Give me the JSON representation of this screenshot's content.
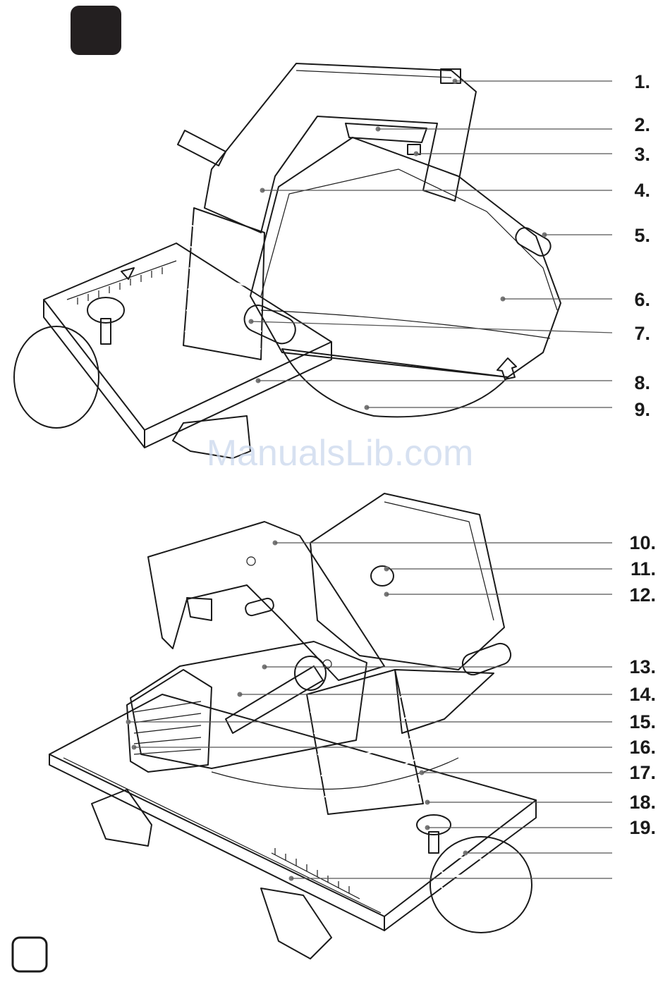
{
  "callouts_top": [
    {
      "label": "1."
    },
    {
      "label": "2."
    },
    {
      "label": "3."
    },
    {
      "label": "4."
    },
    {
      "label": "5."
    },
    {
      "label": "6."
    },
    {
      "label": "7."
    },
    {
      "label": "8."
    },
    {
      "label": "9."
    }
  ],
  "callouts_bottom": [
    {
      "label": "10."
    },
    {
      "label": "11."
    },
    {
      "label": "12."
    },
    {
      "label": "13."
    },
    {
      "label": "14."
    },
    {
      "label": "15."
    },
    {
      "label": "16."
    },
    {
      "label": "17."
    },
    {
      "label": "18."
    },
    {
      "label": "19."
    },
    {
      "label": ""
    },
    {
      "label": ""
    }
  ],
  "watermark": "ManualsLib.com",
  "colors": {
    "ink": "#1a1a1a",
    "badge": "#231f20",
    "body_grey": "#d4d4d4",
    "light_grey": "#ececec",
    "watermark": "#c9d7ec"
  }
}
